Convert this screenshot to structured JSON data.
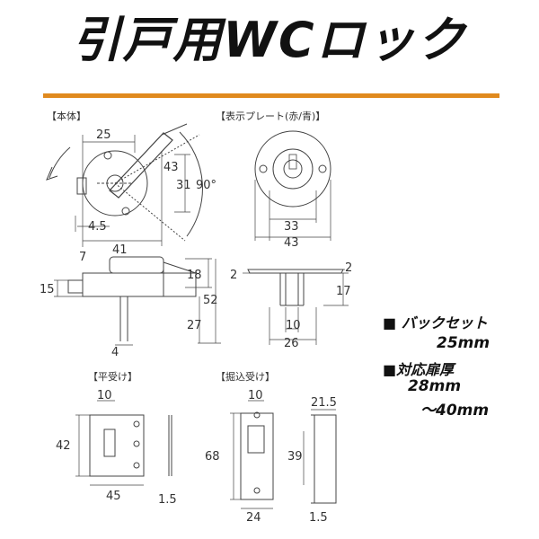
{
  "title": "引戸用WCロック",
  "accent_color": "#e08a1e",
  "sections": {
    "body": "【本体】",
    "plate": "【表示プレート(赤/青)】",
    "flat": "【平受け】",
    "recessed": "【掘込受け】"
  },
  "dims": {
    "d25": "25",
    "d43": "43",
    "d31": "31",
    "d90": "90°",
    "d4_5": "4.5",
    "d41": "41",
    "d7": "7",
    "d18": "18",
    "d15": "15",
    "d52": "52",
    "d27": "27",
    "d4": "4",
    "p33": "33",
    "p43": "43",
    "p2a": "2",
    "p2b": "2",
    "p17": "17",
    "p10": "10",
    "p26": "26",
    "f10": "10",
    "f42": "42",
    "f45": "45",
    "f1_5": "1.5",
    "r10": "10",
    "r68": "68",
    "r24": "24",
    "r21_5": "21.5",
    "r39": "39",
    "r1_5": "1.5"
  },
  "specs": {
    "backset_label": "■ バックセット",
    "backset_value": "25mm",
    "door_label": "■対応扉厚",
    "door_value1": "28mm",
    "door_value2": "～40mm"
  }
}
